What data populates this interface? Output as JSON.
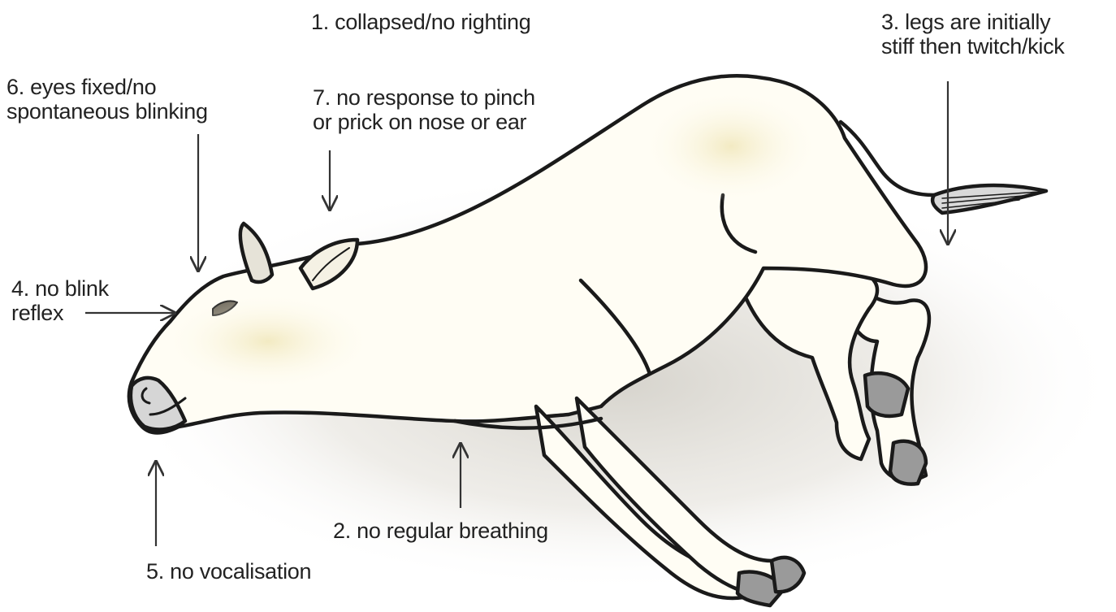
{
  "labels": {
    "collapsed": {
      "text": "1. collapsed/no righting"
    },
    "breathing": {
      "text": "2. no regular breathing"
    },
    "legs": {
      "line1": "3. legs are initially",
      "line2": "stiff then twitch/kick"
    },
    "blink_reflex": {
      "line1": "4. no blink",
      "line2": "reflex"
    },
    "vocalisation": {
      "text": "5. no vocalisation"
    },
    "eyes": {
      "line1": "6. eyes fixed/no",
      "line2": "spontaneous blinking"
    },
    "response": {
      "line1": "7. no response to pinch",
      "line2": "or prick on nose or ear"
    }
  },
  "colors": {
    "outline": "#1a1a1a",
    "body_fill": "#fffdf4",
    "shading": "#f3ecc6",
    "hoof": "#9a9a9a",
    "ground_shadow": "#d9d6cf",
    "text": "#222222"
  }
}
